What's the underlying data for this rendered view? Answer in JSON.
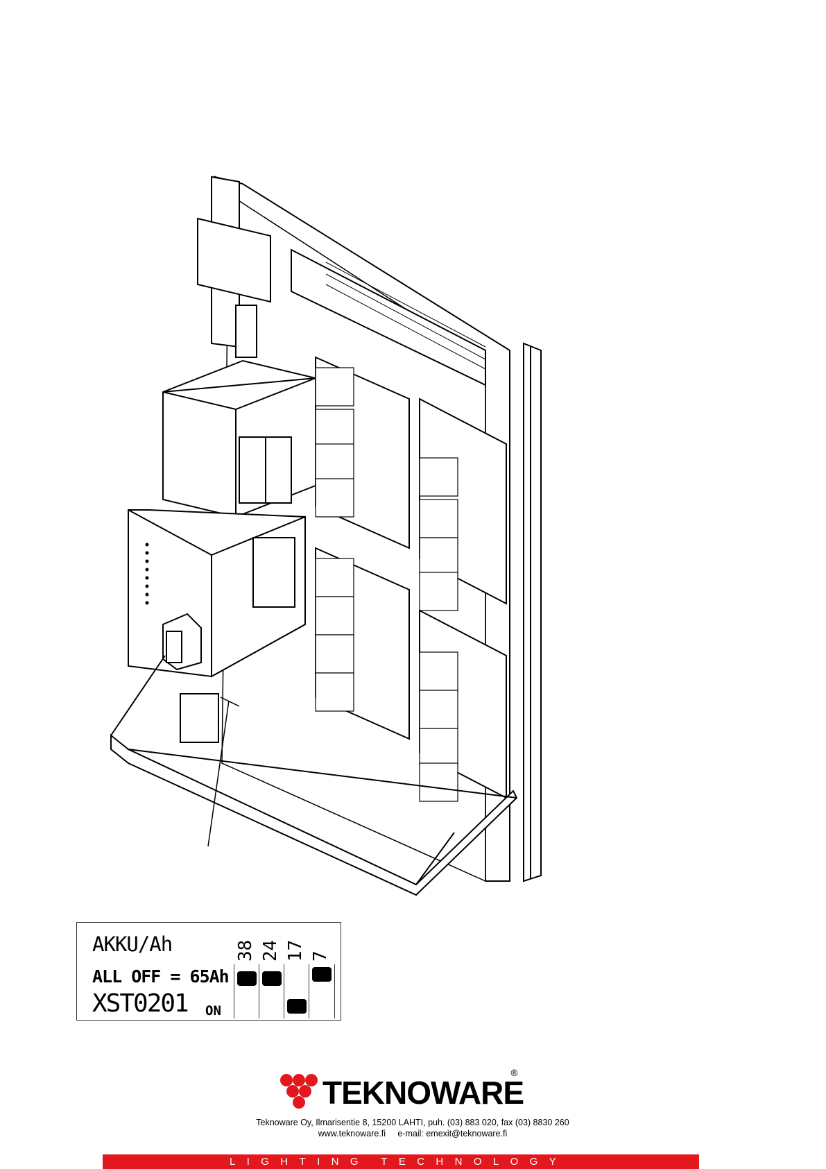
{
  "dip_label": {
    "title": "AKKU/Ah",
    "capacities": [
      "38",
      "24",
      "17",
      "7"
    ],
    "default_text": "ALL OFF = 65Ah",
    "model": "XST0201",
    "on_text": "ON",
    "switch_states": [
      "off",
      "off",
      "on",
      "off"
    ]
  },
  "footer": {
    "brand": "TEKNOWARE",
    "registered": "®",
    "address": "Teknoware Oy, Ilmarisentie 8, 15200 LAHTI, puh. (03) 883 020, fax (03) 8830 260",
    "web": "www.teknoware.fi",
    "email": "e-mail: emexit@teknoware.fi",
    "band_letters": [
      "L",
      "I",
      "G",
      "H",
      "T",
      "I",
      "N",
      "G",
      "",
      "T",
      "E",
      "C",
      "H",
      "N",
      "O",
      "L",
      "O",
      "G",
      "Y"
    ],
    "brand_color": "#e3171e"
  }
}
